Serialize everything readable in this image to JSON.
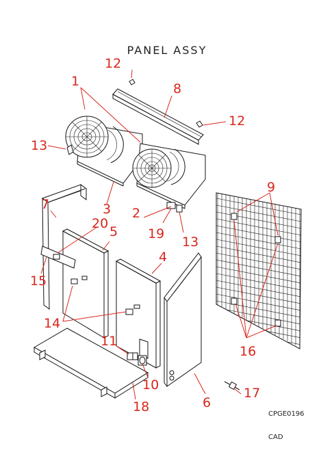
{
  "title": "PANEL ASSY",
  "label_color": "#d8261c",
  "line_color": "#111111",
  "callouts": {
    "c1": "1",
    "c2": "2",
    "c3": "3",
    "c4": "4",
    "c5": "5",
    "c6": "6",
    "c7": "7",
    "c8": "8",
    "c9": "9",
    "c10": "10",
    "c11": "11",
    "c12a": "12",
    "c12b": "12",
    "c13a": "13",
    "c13b": "13",
    "c14": "14",
    "c15": "15",
    "c16": "16",
    "c17": "17",
    "c18": "18",
    "c19": "19",
    "c20": "20"
  },
  "drawing_code": "CPGE0196",
  "cad_label": "CAD"
}
